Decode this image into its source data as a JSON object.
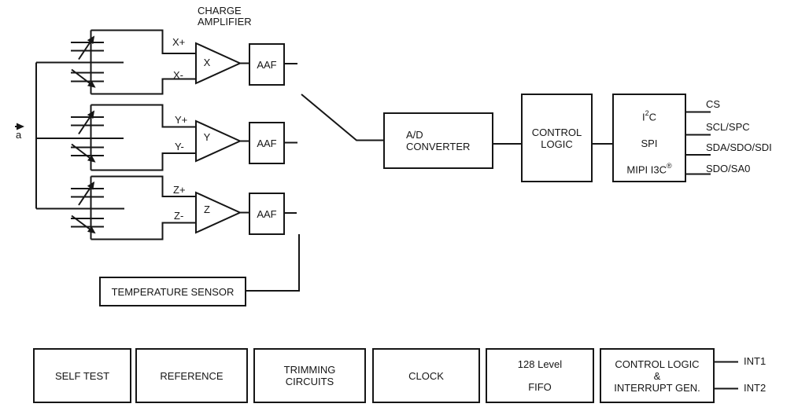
{
  "annotations": {
    "charge_amplifier_line1": "CHARGE",
    "charge_amplifier_line2": "AMPLIFIER",
    "acceleration": "a"
  },
  "sensor_channels": {
    "x": {
      "plus": "X+",
      "minus": "X-",
      "amp": "X",
      "aaf": "AAF"
    },
    "y": {
      "plus": "Y+",
      "minus": "Y-",
      "amp": "Y",
      "aaf": "AAF"
    },
    "z": {
      "plus": "Z+",
      "minus": "Z-",
      "amp": "Z",
      "aaf": "AAF"
    }
  },
  "blocks": {
    "adc_line1": "A/D",
    "adc_line2": "CONVERTER",
    "control_logic_line1": "CONTROL",
    "control_logic_line2": "LOGIC",
    "interface_i2c_base": "I",
    "interface_i2c_sup": "2",
    "interface_i2c_tail": "C",
    "interface_spi": "SPI",
    "interface_mipi": "MIPI I3C",
    "interface_mipi_sup": "®",
    "temperature_sensor": "TEMPERATURE SENSOR",
    "self_test": "SELF TEST",
    "reference": "REFERENCE",
    "trimming_line1": "TRIMMING",
    "trimming_line2": "CIRCUITS",
    "clock": "CLOCK",
    "fifo_line1": "128 Level",
    "fifo_line2": "FIFO",
    "ctrl_int_line1": "CONTROL LOGIC",
    "ctrl_int_line2": "&",
    "ctrl_int_line3": "INTERRUPT GEN."
  },
  "pins": {
    "cs": "CS",
    "scl_spc": "SCL/SPC",
    "sda_sdo_sdi": "SDA/SDO/SDI",
    "sdo_sa0": "SDO/SA0",
    "int1": "INT1",
    "int2": "INT2"
  },
  "colors": {
    "line": "#161616",
    "background": "#ffffff"
  }
}
